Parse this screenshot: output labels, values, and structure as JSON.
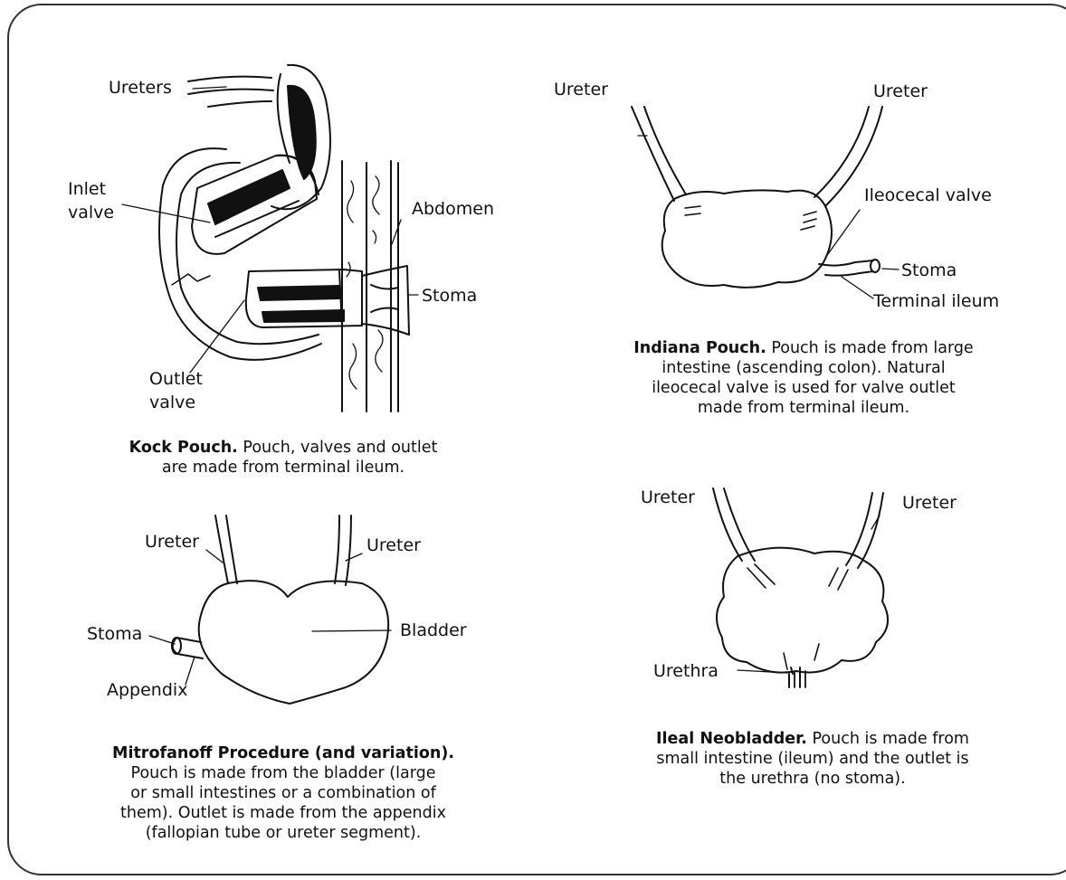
{
  "kock": {
    "labels": {
      "ureters": "Ureters",
      "inlet1": "Inlet",
      "inlet2": "valve",
      "abdomen": "Abdomen",
      "stoma": "Stoma",
      "outlet1": "Outlet",
      "outlet2": "valve"
    },
    "caption": {
      "title": "Kock Pouch.",
      "line1": " Pouch, valves and outlet",
      "line2": "are made from terminal ileum."
    }
  },
  "indiana": {
    "labels": {
      "ureter_left": "Ureter",
      "ureter_right": "Ureter",
      "ileocecal": "Ileocecal valve",
      "stoma": "Stoma",
      "terminal": "Terminal ileum"
    },
    "caption": {
      "title": "Indiana Pouch.",
      "line1": " Pouch is made from large",
      "line2": "intestine (ascending colon). Natural",
      "line3": "ileocecal valve is used for valve outlet",
      "line4": "made from terminal ileum."
    }
  },
  "mitrofanoff": {
    "labels": {
      "ureter_left": "Ureter",
      "ureter_right": "Ureter",
      "stoma": "Stoma",
      "bladder": "Bladder",
      "appendix": "Appendix"
    },
    "caption": {
      "title": "Mitrofanoff Procedure (and variation).",
      "line1": "Pouch is made from the bladder (large",
      "line2": "or small intestines or a combination of",
      "line3": "them). Outlet is made from the appendix",
      "line4": "(fallopian tube or ureter segment)."
    }
  },
  "neobladder": {
    "labels": {
      "ureter_left": "Ureter",
      "ureter_right": "Ureter",
      "urethra": "Urethra"
    },
    "caption": {
      "title": "Ileal Neobladder.",
      "line1": " Pouch is made from",
      "line2": "small intestine (ileum) and the outlet is",
      "line3": "the urethra (no stoma)."
    }
  }
}
